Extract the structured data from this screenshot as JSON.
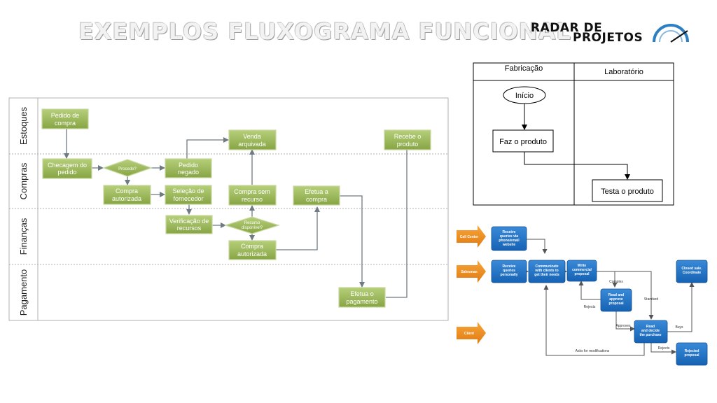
{
  "header": {
    "title": "EXEMPLOS FLUXOGRAMA FUNCIONAL",
    "logo_line1": "RADAR DE",
    "logo_line2": "PROJETOS"
  },
  "swimlane": {
    "lanes": [
      "Estoques",
      "Compras",
      "Finanças",
      "Pagamento"
    ],
    "nodes": {
      "pedido": [
        "Pedido de",
        "compra"
      ],
      "checagem": [
        "Checagem do",
        "pedido"
      ],
      "procede": "Procede?",
      "compra_aut1": [
        "Compra",
        "autorizada"
      ],
      "pedido_negado": [
        "Pedido",
        "negado"
      ],
      "selecao": [
        "Seleção de",
        "fornecedor"
      ],
      "venda": [
        "Venda",
        "arquivada"
      ],
      "compra_sem": [
        "Compra sem",
        "recurso"
      ],
      "verificacao": [
        "Verificação de",
        "recursos"
      ],
      "recurso_disp": [
        "Recurso",
        "disponível?"
      ],
      "compra_aut2": [
        "Compra",
        "autorizada"
      ],
      "efetua_compra": [
        "Efetua a",
        "compra"
      ],
      "recebe": [
        "Recebe o",
        "produto"
      ],
      "efetua_pag": [
        "Efetua o",
        "pagamento"
      ]
    }
  },
  "table_flow": {
    "columns": [
      "Fabricação",
      "Laboratório"
    ],
    "start": "Início",
    "step1": "Faz o produto",
    "step2": "Testa o produto"
  },
  "sales_flow": {
    "actors": [
      "Call Center",
      "Salesman",
      "Client"
    ],
    "boxes": {
      "receive_phone": [
        "Receive",
        "queries via",
        "phone/email",
        "website"
      ],
      "receive_personal": [
        "Receive",
        "queries",
        "personally"
      ],
      "communicate": [
        "Communicate",
        "with clients to",
        "get their needs"
      ],
      "write": [
        "Write",
        "commercial",
        "proposal"
      ],
      "read_approve": [
        "Read and",
        "approve",
        "proposal"
      ],
      "read_decide": [
        "Read",
        "and decide",
        "the purchase"
      ],
      "closed": [
        "Closed sale.",
        "Coordinate"
      ],
      "rejected": [
        "Rejected",
        "proposal"
      ]
    },
    "labels": {
      "complex": "Complex",
      "standard": "Standard",
      "rejects1": "Rejects",
      "approves": "Approves",
      "buys": "Buys",
      "rejects2": "Rejects",
      "asks": "Asks for modifications"
    }
  }
}
